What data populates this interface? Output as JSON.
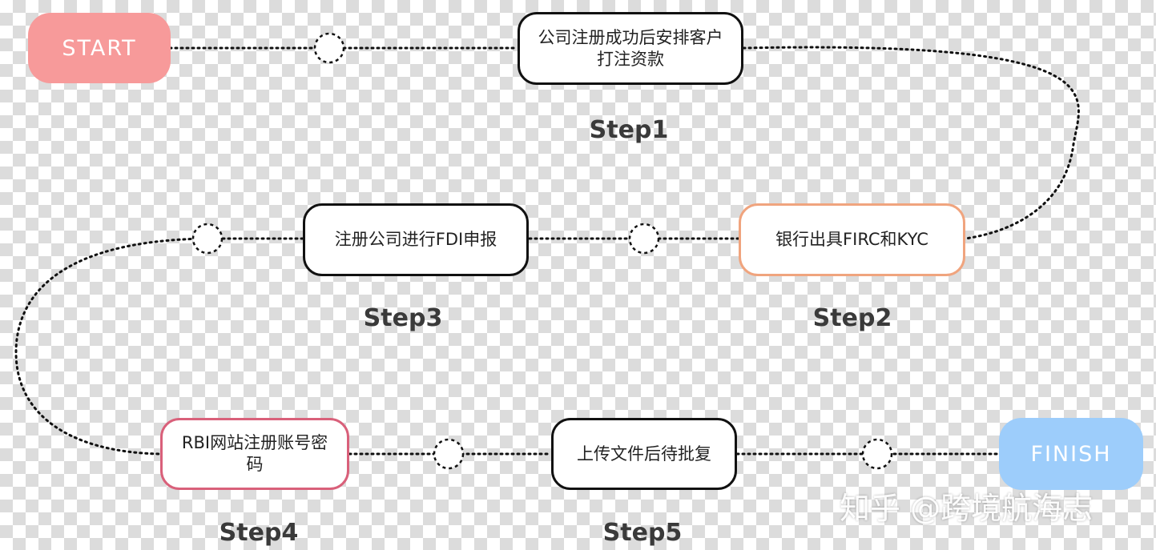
{
  "start_label": "START",
  "finish_label": "FINISH",
  "steps": [
    {
      "label": "Step1",
      "text": "公司注册成功后安排客户打注资款"
    },
    {
      "label": "Step2",
      "text": "银行出具FIRC和KYC"
    },
    {
      "label": "Step3",
      "text": "注册公司进行FDI申报"
    },
    {
      "label": "Step4",
      "text": "RBI网站注册账号密码"
    },
    {
      "label": "Step5",
      "text": "上传文件后待批复"
    }
  ],
  "watermark": "知乎 @跨境航海志",
  "colors": {
    "start": "#f79a9a",
    "finish": "#9dcdfb",
    "step2_border": "#f0a47e",
    "step4_border": "#d9607a",
    "default_border": "#111111"
  }
}
